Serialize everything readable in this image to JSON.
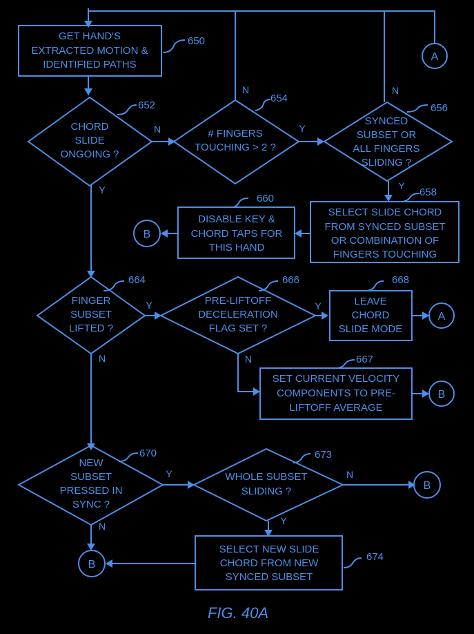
{
  "figure_label": "FIG. 40A",
  "nodes": {
    "n650": {
      "ref": "650",
      "lines": [
        "GET HAND'S",
        "EXTRACTED MOTION &",
        "IDENTIFIED PATHS"
      ]
    },
    "n652": {
      "ref": "652",
      "lines": [
        "CHORD",
        "SLIDE",
        "ONGOING ?"
      ]
    },
    "n654": {
      "ref": "654",
      "lines": [
        "# FINGERS",
        "TOUCHING > 2 ?"
      ]
    },
    "n656": {
      "ref": "656",
      "lines": [
        "SYNCED",
        "SUBSET OR",
        "ALL FINGERS",
        "SLIDING ?"
      ]
    },
    "n658": {
      "ref": "658",
      "lines": [
        "SELECT SLIDE CHORD",
        "FROM SYNCED SUBSET",
        "OR COMBINATION OF",
        "FINGERS TOUCHING"
      ]
    },
    "n660": {
      "ref": "660",
      "lines": [
        "DISABLE KEY &",
        "CHORD TAPS FOR",
        "THIS HAND"
      ]
    },
    "n664": {
      "ref": "664",
      "lines": [
        "FINGER",
        "SUBSET",
        "LIFTED ?"
      ]
    },
    "n666": {
      "ref": "666",
      "lines": [
        "PRE-LIFTOFF",
        "DECELERATION",
        "FLAG SET ?"
      ]
    },
    "n668": {
      "ref": "668",
      "lines": [
        "LEAVE",
        "CHORD",
        "SLIDE MODE"
      ]
    },
    "n667": {
      "ref": "667",
      "lines": [
        "SET CURRENT VELOCITY",
        "COMPONENTS TO PRE-",
        "LIFTOFF AVERAGE"
      ]
    },
    "n670": {
      "ref": "670",
      "lines": [
        "NEW",
        "SUBSET",
        "PRESSED IN",
        "SYNC ?"
      ]
    },
    "n673": {
      "ref": "673",
      "lines": [
        "WHOLE SUBSET",
        "SLIDING ?"
      ]
    },
    "n674": {
      "ref": "674",
      "lines": [
        "SELECT NEW SLIDE",
        "CHORD FROM NEW",
        "SYNCED SUBSET"
      ]
    }
  },
  "connectors": {
    "a_top": "A",
    "a_668": "A",
    "b_660": "B",
    "b_667": "B",
    "b_673": "B",
    "b_bottom": "B"
  },
  "branch_labels": {
    "n654_top": "N",
    "n656_top": "N",
    "n652_right": "N",
    "n652_down": "Y",
    "n654_right": "Y",
    "n656_down": "Y",
    "n664_right": "Y",
    "n664_down": "N",
    "n666_right": "Y",
    "n666_down": "N",
    "n670_right": "Y",
    "n670_down": "N",
    "n673_right": "N",
    "n673_down": "Y"
  }
}
